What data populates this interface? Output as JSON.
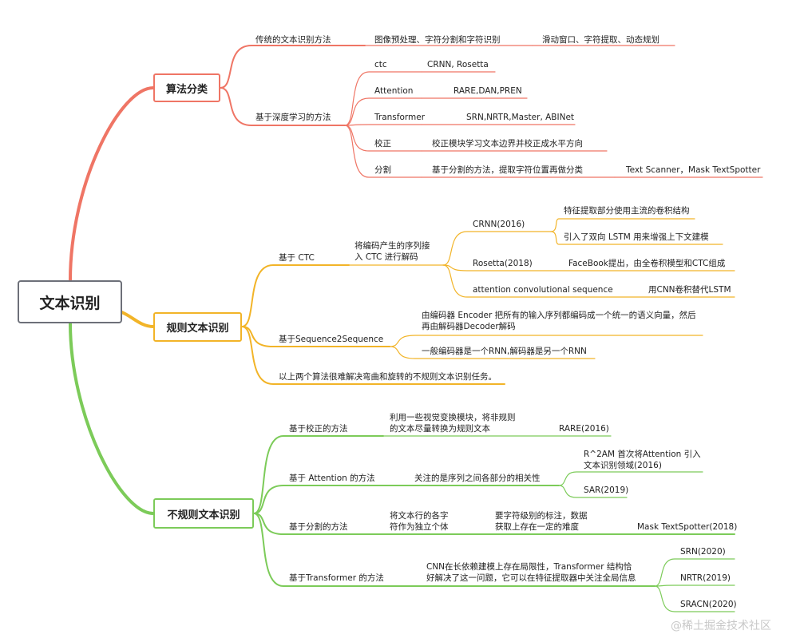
{
  "colors": {
    "algo": "#ef7565",
    "regular": "#f2b428",
    "irregular": "#7ccb59",
    "root": "#6d7079"
  },
  "root": {
    "label": "文本识别"
  },
  "algo": {
    "label": "算法分类",
    "traditional": {
      "label": "传统的文本识别方法",
      "step": "图像预处理、字符分割和字符识别",
      "detail": "滑动窗口、字符提取、动态规划"
    },
    "deep": {
      "label": "基于深度学习的方法",
      "items": [
        {
          "name": "ctc",
          "desc": "CRNN, Rosetta"
        },
        {
          "name": "Attention",
          "desc": "RARE,DAN,PREN"
        },
        {
          "name": "Transformer",
          "desc": "SRN,NRTR,Master, ABINet"
        },
        {
          "name": "校正",
          "desc": "校正模块学习文本边界并校正成水平方向"
        },
        {
          "name": "分割",
          "desc": "基于分割的方法，提取字符位置再做分类",
          "extra": "Text Scanner，Mask TextSpotter"
        }
      ]
    }
  },
  "regular": {
    "label": "规则文本识别",
    "ctc": {
      "label": "基于 CTC",
      "desc_line1": "将编码产生的序列接",
      "desc_line2": "入 CTC 进行解码",
      "crnn": {
        "label": "CRNN(2016)",
        "notes": [
          "特征提取部分使用主流的卷积结构",
          "引入了双向 LSTM 用来增强上下文建模"
        ]
      },
      "rosetta": {
        "label": "Rosetta(2018)",
        "note": "FaceBook提出，由全卷积模型和CTC组成"
      },
      "acs": {
        "label": "attention convolutional sequence",
        "note": "用CNN卷积替代LSTM"
      }
    },
    "s2s": {
      "label": "基于Sequence2Sequence",
      "desc_line1": "由编码器 Encoder 把所有的输入序列都编码成一个统一的语义向量，然后",
      "desc_line2": "再由解码器Decoder解码",
      "desc2": "一般编码器是一个RNN,解码器是另一个RNN"
    },
    "summary": "以上两个算法很难解决弯曲和旋转的不规则文本识别任务。"
  },
  "irregular": {
    "label": "不规则文本识别",
    "rect": {
      "label": "基于校正的方法",
      "desc_line1": "利用一些视觉变换模块，将非规则",
      "desc_line2": "的文本尽量转换为规则文本",
      "paper": "RARE(2016)"
    },
    "attention": {
      "label": "基于 Attention 的方法",
      "desc": "关注的是序列之间各部分的相关性",
      "paper1_line1": "R^2AM 首次将Attention 引入",
      "paper1_line2": "文本识别领域(2016)",
      "paper2": "SAR(2019)"
    },
    "seg": {
      "label": "基于分割的方法",
      "desc_line1": "将文本行的各字",
      "desc_line2": "符作为独立个体",
      "desc2_line1": "要字符级别的标注，数据",
      "desc2_line2": "获取上存在一定的难度",
      "paper": "Mask TextSpotter(2018)"
    },
    "transformer": {
      "label": "基于Transformer 的方法",
      "desc_line1": "CNN在长依赖建模上存在局限性，Transformer 结构恰",
      "desc_line2": "好解决了这一问题，它可以在特征提取器中关注全局信息",
      "papers": [
        "SRN(2020)",
        "NRTR(2019)",
        "SRACN(2020)"
      ]
    }
  },
  "watermark": "@稀土掘金技术社区"
}
